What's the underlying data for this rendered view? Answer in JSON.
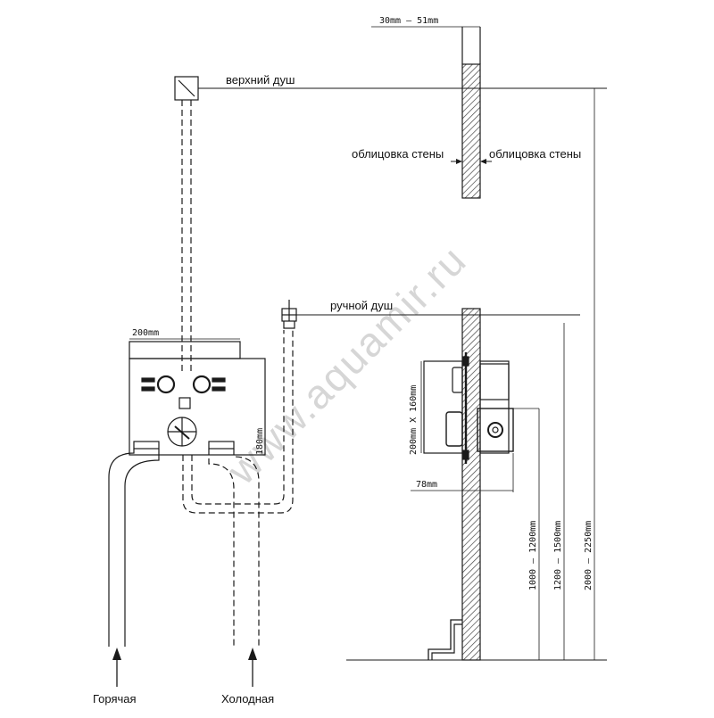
{
  "labels": {
    "top_shower": "верхний душ",
    "hand_shower": "ручной душ",
    "wall_cladding_left": "облицовка стены",
    "wall_cladding_right": "облицовка стены",
    "hot": "Горячая",
    "cold": "Холодная"
  },
  "dimensions": {
    "wall_thickness": "30mm — 51mm",
    "box_width": "200mm",
    "box_height": "180mm",
    "box_size": "200mm X 160mm",
    "depth": "78mm",
    "height_range_1": "1000 — 1200mm",
    "height_range_2": "1200 — 1500mm",
    "height_range_3": "2000 — 2250mm"
  },
  "watermark": "www.aquamir.ru",
  "colors": {
    "line": "#1a1a1a",
    "hatch": "#444444",
    "watermark": "#d6d6d6"
  }
}
